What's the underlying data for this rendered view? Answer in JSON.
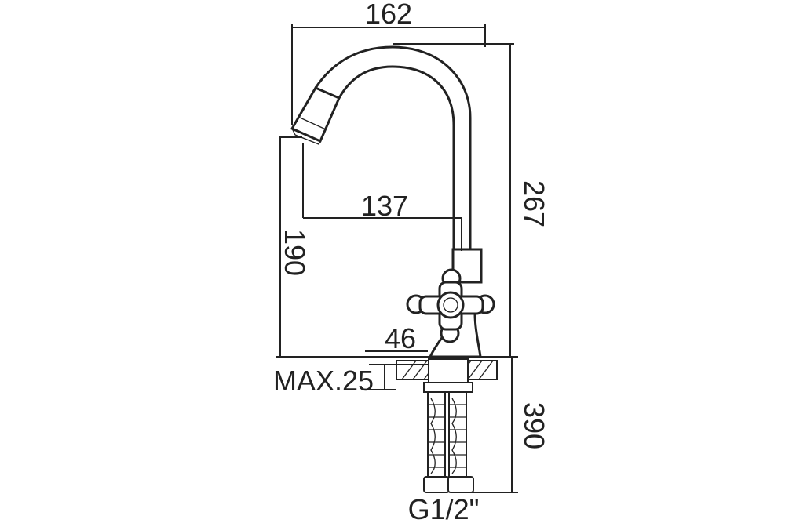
{
  "diagram": {
    "dimensions": {
      "top_width": "162",
      "reach": "137",
      "spout_height": "190",
      "total_height": "267",
      "base_width": "46",
      "max_thickness": "MAX.25",
      "hose_length": "390",
      "connection": "G1/2\""
    },
    "colors": {
      "line": "#222222",
      "background": "#ffffff"
    }
  }
}
